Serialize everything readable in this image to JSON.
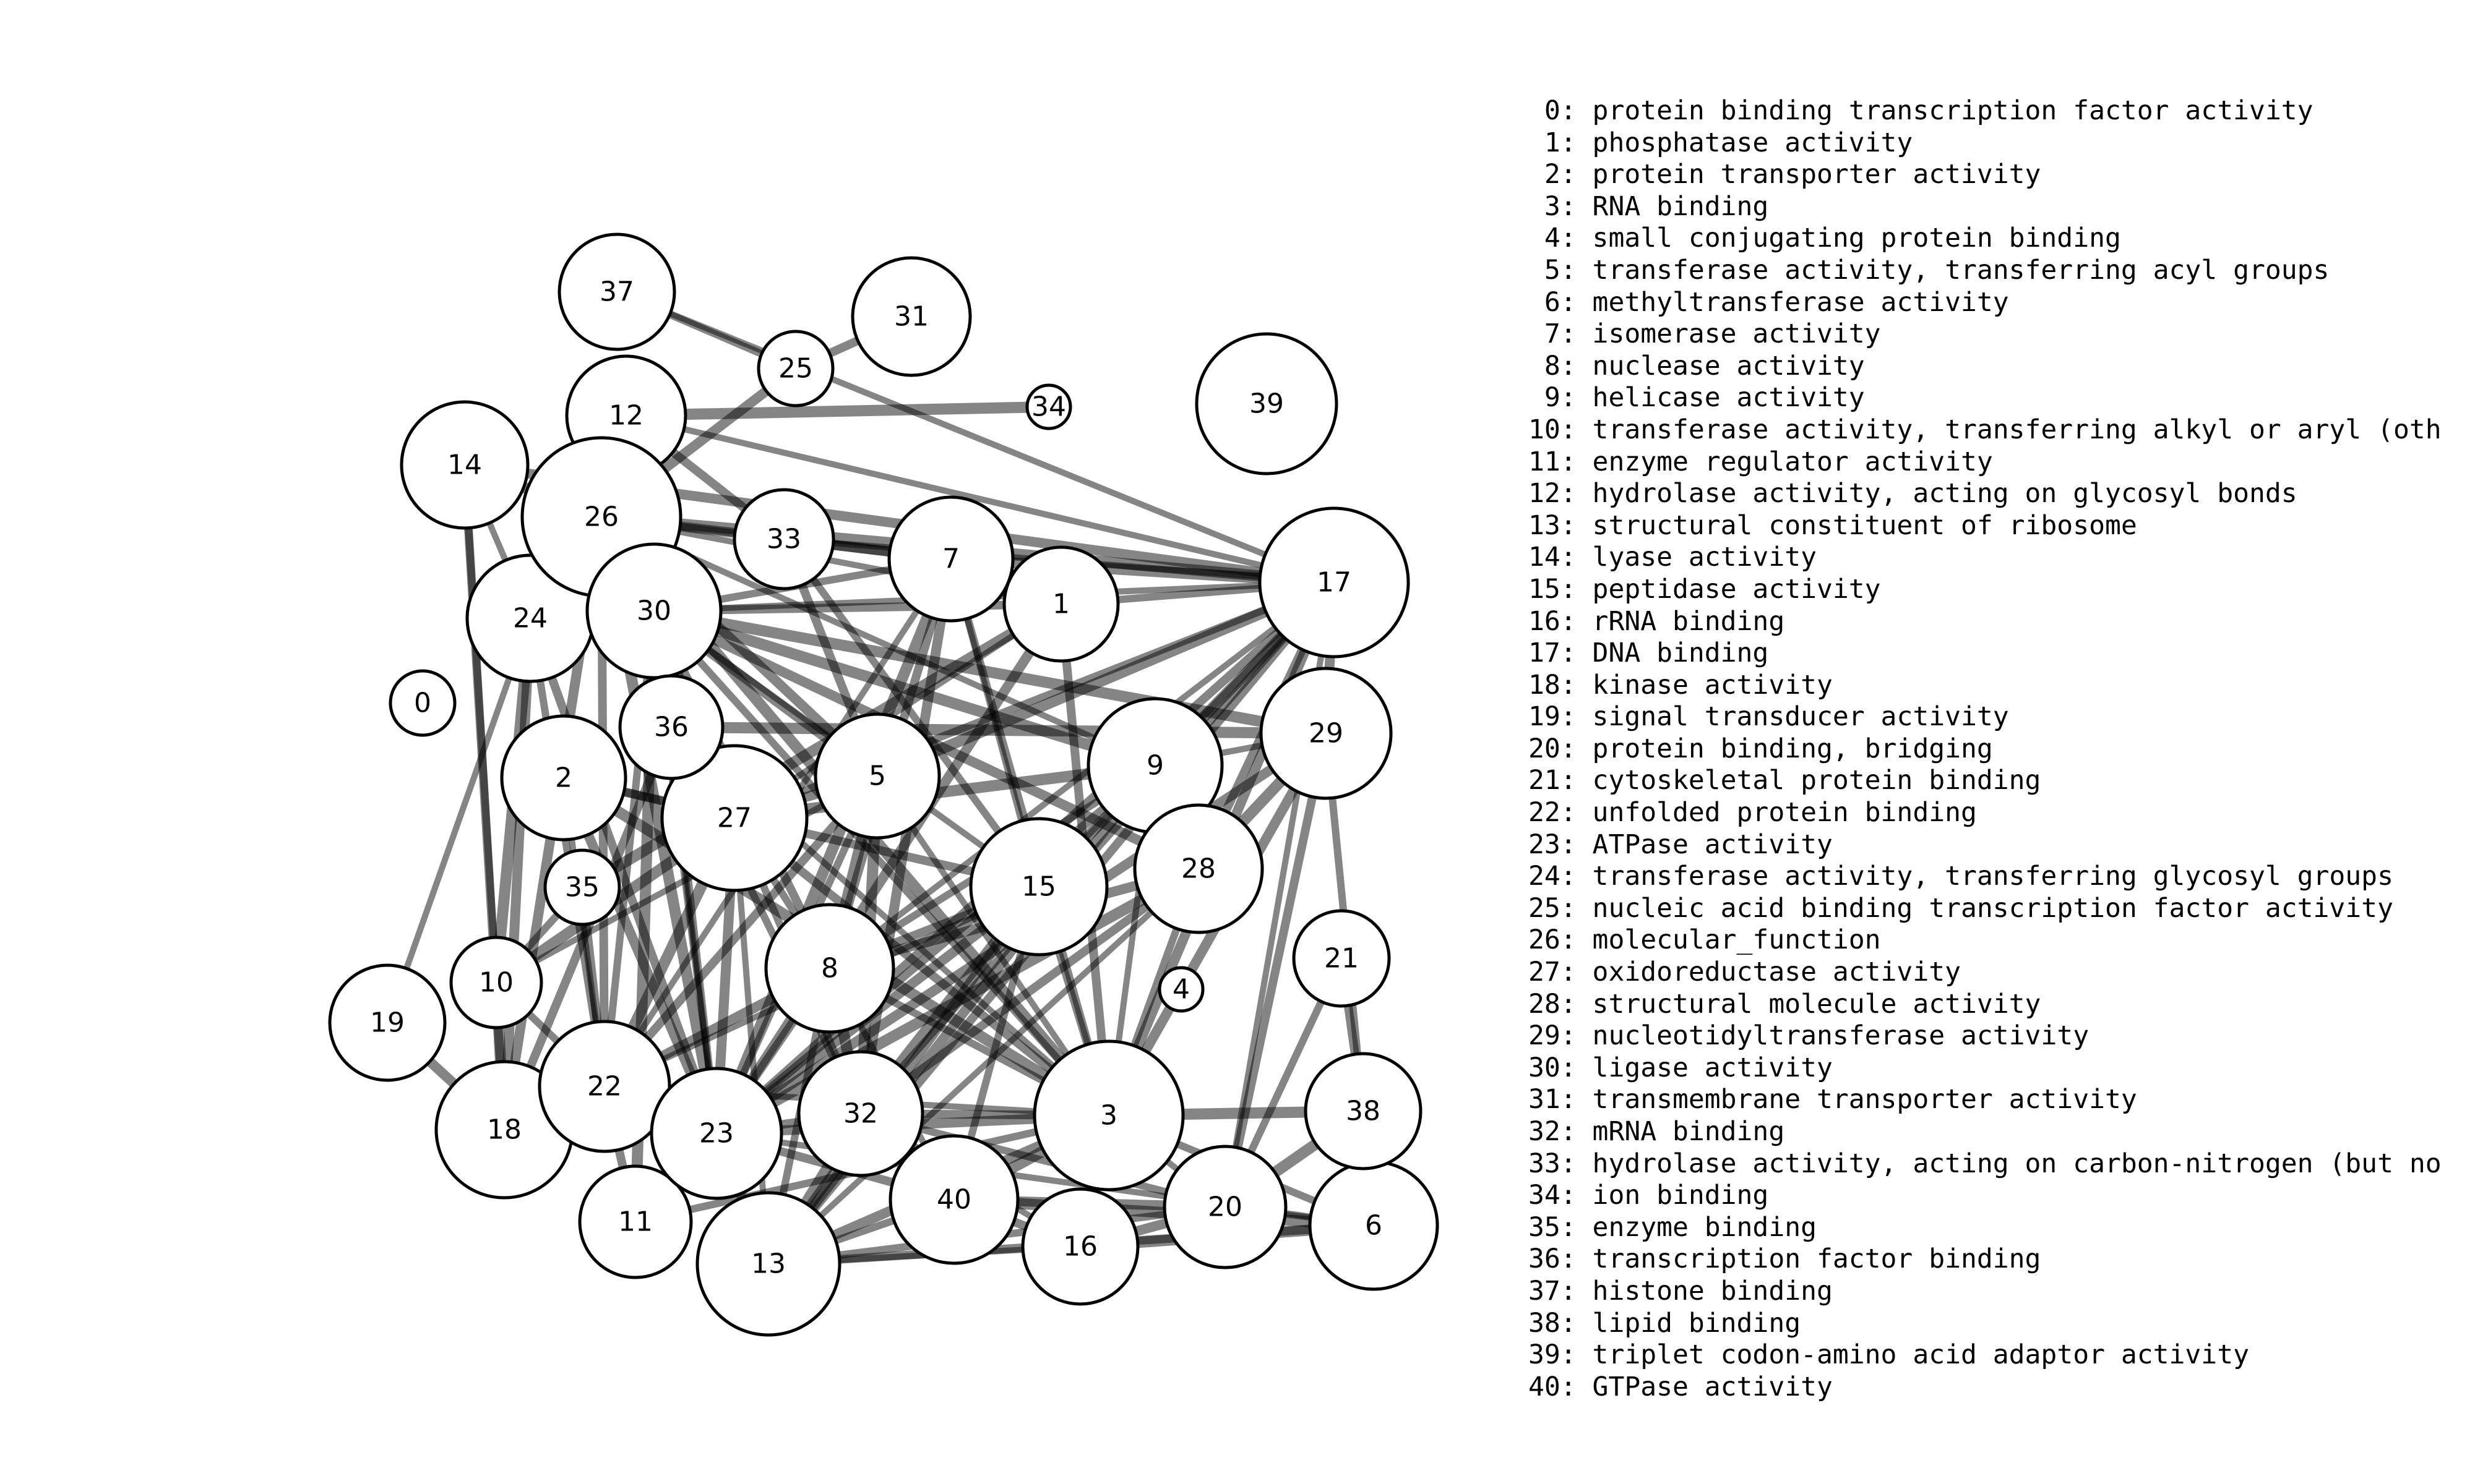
{
  "nodes": [
    {
      "id": "0"
    },
    {
      "id": "1"
    },
    {
      "id": "2"
    },
    {
      "id": "3"
    },
    {
      "id": "4"
    },
    {
      "id": "5"
    },
    {
      "id": "6"
    },
    {
      "id": "7"
    },
    {
      "id": "8"
    },
    {
      "id": "9"
    },
    {
      "id": "10"
    },
    {
      "id": "11"
    },
    {
      "id": "12"
    },
    {
      "id": "13"
    },
    {
      "id": "14"
    },
    {
      "id": "15"
    },
    {
      "id": "16"
    },
    {
      "id": "17"
    },
    {
      "id": "18"
    },
    {
      "id": "19"
    },
    {
      "id": "20"
    },
    {
      "id": "21"
    },
    {
      "id": "22"
    },
    {
      "id": "23"
    },
    {
      "id": "24"
    },
    {
      "id": "25"
    },
    {
      "id": "26"
    },
    {
      "id": "27"
    },
    {
      "id": "28"
    },
    {
      "id": "29"
    },
    {
      "id": "30"
    },
    {
      "id": "31"
    },
    {
      "id": "32"
    },
    {
      "id": "33"
    },
    {
      "id": "34"
    },
    {
      "id": "35"
    },
    {
      "id": "36"
    },
    {
      "id": "37"
    },
    {
      "id": "38"
    },
    {
      "id": "39"
    },
    {
      "id": "40"
    }
  ],
  "edges": [
    [
      "37",
      "17"
    ],
    [
      "37",
      "25"
    ],
    [
      "25",
      "31"
    ],
    [
      "25",
      "26"
    ],
    [
      "12",
      "34"
    ],
    [
      "12",
      "17"
    ],
    [
      "12",
      "26"
    ],
    [
      "12",
      "33"
    ],
    [
      "14",
      "17"
    ],
    [
      "14",
      "26"
    ],
    [
      "14",
      "24"
    ],
    [
      "14",
      "10"
    ],
    [
      "14",
      "18"
    ],
    [
      "26",
      "7"
    ],
    [
      "26",
      "17"
    ],
    [
      "26",
      "1"
    ],
    [
      "26",
      "33"
    ],
    [
      "26",
      "30"
    ],
    [
      "26",
      "5"
    ],
    [
      "26",
      "3"
    ],
    [
      "26",
      "9"
    ],
    [
      "24",
      "22"
    ],
    [
      "24",
      "23"
    ],
    [
      "24",
      "18"
    ],
    [
      "24",
      "10"
    ],
    [
      "30",
      "17"
    ],
    [
      "30",
      "7"
    ],
    [
      "30",
      "1"
    ],
    [
      "30",
      "5"
    ],
    [
      "30",
      "9"
    ],
    [
      "30",
      "15"
    ],
    [
      "30",
      "3"
    ],
    [
      "30",
      "8"
    ],
    [
      "30",
      "28"
    ],
    [
      "30",
      "29"
    ],
    [
      "30",
      "23"
    ],
    [
      "30",
      "22"
    ],
    [
      "30",
      "27"
    ],
    [
      "30",
      "36"
    ],
    [
      "30",
      "11"
    ],
    [
      "33",
      "17"
    ],
    [
      "33",
      "15"
    ],
    [
      "33",
      "5"
    ],
    [
      "33",
      "7"
    ],
    [
      "7",
      "17"
    ],
    [
      "7",
      "15"
    ],
    [
      "7",
      "3"
    ],
    [
      "7",
      "8"
    ],
    [
      "7",
      "32"
    ],
    [
      "7",
      "23"
    ],
    [
      "7",
      "22"
    ],
    [
      "1",
      "17"
    ],
    [
      "1",
      "3"
    ],
    [
      "1",
      "23"
    ],
    [
      "1",
      "35"
    ],
    [
      "1",
      "27"
    ],
    [
      "17",
      "9"
    ],
    [
      "17",
      "28"
    ],
    [
      "17",
      "3"
    ],
    [
      "17",
      "15"
    ],
    [
      "17",
      "8"
    ],
    [
      "17",
      "32"
    ],
    [
      "17",
      "23"
    ],
    [
      "17",
      "29"
    ],
    [
      "17",
      "5"
    ],
    [
      "17",
      "20"
    ],
    [
      "17",
      "27"
    ],
    [
      "17",
      "13"
    ],
    [
      "29",
      "3"
    ],
    [
      "29",
      "28"
    ],
    [
      "29",
      "9"
    ],
    [
      "29",
      "38"
    ],
    [
      "29",
      "20"
    ],
    [
      "29",
      "23"
    ],
    [
      "29",
      "36"
    ],
    [
      "9",
      "3"
    ],
    [
      "9",
      "8"
    ],
    [
      "9",
      "23"
    ],
    [
      "9",
      "13"
    ],
    [
      "9",
      "27"
    ],
    [
      "9",
      "15"
    ],
    [
      "28",
      "3"
    ],
    [
      "28",
      "32"
    ],
    [
      "28",
      "8"
    ],
    [
      "28",
      "23"
    ],
    [
      "28",
      "13"
    ],
    [
      "15",
      "3"
    ],
    [
      "15",
      "8"
    ],
    [
      "15",
      "23"
    ],
    [
      "15",
      "32"
    ],
    [
      "15",
      "22"
    ],
    [
      "15",
      "40"
    ],
    [
      "15",
      "2"
    ],
    [
      "15",
      "13"
    ],
    [
      "5",
      "8"
    ],
    [
      "5",
      "3"
    ],
    [
      "5",
      "23"
    ],
    [
      "5",
      "22"
    ],
    [
      "5",
      "27"
    ],
    [
      "5",
      "32"
    ],
    [
      "5",
      "10"
    ],
    [
      "27",
      "8"
    ],
    [
      "27",
      "3"
    ],
    [
      "27",
      "23"
    ],
    [
      "27",
      "22"
    ],
    [
      "27",
      "13"
    ],
    [
      "27",
      "32"
    ],
    [
      "27",
      "2"
    ],
    [
      "27",
      "36"
    ],
    [
      "27",
      "10"
    ],
    [
      "36",
      "3"
    ],
    [
      "36",
      "23"
    ],
    [
      "36",
      "18"
    ],
    [
      "2",
      "23"
    ],
    [
      "2",
      "3"
    ],
    [
      "2",
      "22"
    ],
    [
      "8",
      "3"
    ],
    [
      "8",
      "23"
    ],
    [
      "8",
      "22"
    ],
    [
      "8",
      "32"
    ],
    [
      "8",
      "40"
    ],
    [
      "8",
      "13"
    ],
    [
      "3",
      "32"
    ],
    [
      "3",
      "23"
    ],
    [
      "3",
      "40"
    ],
    [
      "3",
      "20"
    ],
    [
      "3",
      "6"
    ],
    [
      "3",
      "16"
    ],
    [
      "3",
      "13"
    ],
    [
      "3",
      "38"
    ],
    [
      "3",
      "22"
    ],
    [
      "3",
      "11"
    ],
    [
      "32",
      "23"
    ],
    [
      "32",
      "40"
    ],
    [
      "32",
      "13"
    ],
    [
      "32",
      "16"
    ],
    [
      "32",
      "20"
    ],
    [
      "23",
      "40"
    ],
    [
      "23",
      "13"
    ],
    [
      "23",
      "22"
    ],
    [
      "23",
      "6"
    ],
    [
      "40",
      "13"
    ],
    [
      "40",
      "16"
    ],
    [
      "40",
      "20"
    ],
    [
      "40",
      "6"
    ],
    [
      "13",
      "16"
    ],
    [
      "13",
      "20"
    ],
    [
      "13",
      "6"
    ],
    [
      "16",
      "20"
    ],
    [
      "16",
      "6"
    ],
    [
      "20",
      "6"
    ],
    [
      "20",
      "21"
    ],
    [
      "21",
      "38"
    ],
    [
      "38",
      "6"
    ],
    [
      "38",
      "20"
    ],
    [
      "22",
      "18"
    ],
    [
      "22",
      "10"
    ],
    [
      "22",
      "11"
    ],
    [
      "18",
      "19"
    ],
    [
      "18",
      "10"
    ],
    [
      "19",
      "24"
    ],
    [
      "10",
      "35"
    ],
    [
      "26",
      "22"
    ],
    [
      "26",
      "18"
    ],
    [
      "26",
      "23"
    ],
    [
      "12",
      "23"
    ],
    [
      "36",
      "32"
    ],
    [
      "35",
      "22"
    ]
  ],
  "legend": [
    " 0: protein binding transcription factor activity",
    " 1: phosphatase activity",
    " 2: protein transporter activity",
    " 3: RNA binding",
    " 4: small conjugating protein binding",
    " 5: transferase activity, transferring acyl groups",
    " 6: methyltransferase activity",
    " 7: isomerase activity",
    " 8: nuclease activity",
    " 9: helicase activity",
    "10: transferase activity, transferring alkyl or aryl (oth",
    "11: enzyme regulator activity",
    "12: hydrolase activity, acting on glycosyl bonds",
    "13: structural constituent of ribosome",
    "14: lyase activity",
    "15: peptidase activity",
    "16: rRNA binding",
    "17: DNA binding",
    "18: kinase activity",
    "19: signal transducer activity",
    "20: protein binding, bridging",
    "21: cytoskeletal protein binding",
    "22: unfolded protein binding",
    "23: ATPase activity",
    "24: transferase activity, transferring glycosyl groups",
    "25: nucleic acid binding transcription factor activity",
    "26: molecular_function",
    "27: oxidoreductase activity",
    "28: structural molecule activity",
    "29: nucleotidyltransferase activity",
    "30: ligase activity",
    "31: transmembrane transporter activity",
    "32: mRNA binding",
    "33: hydrolase activity, acting on carbon-nitrogen (but no",
    "34: ion binding",
    "35: enzyme binding",
    "36: transcription factor binding",
    "37: histone binding",
    "38: lipid binding",
    "39: triplet codon-amino acid adaptor activity",
    "40: GTPase activity"
  ]
}
